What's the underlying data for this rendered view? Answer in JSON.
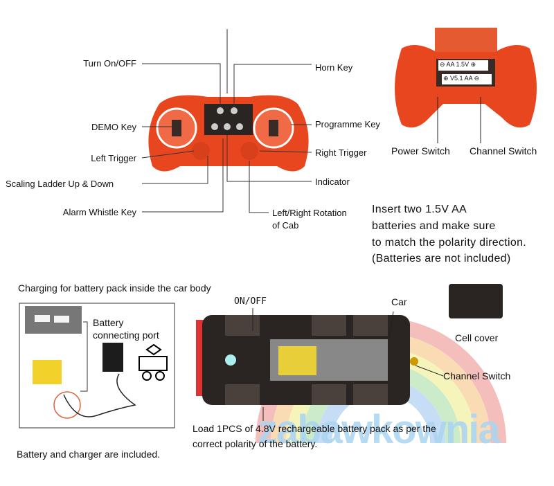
{
  "remote_front": {
    "labels": {
      "turn_on_off": "Turn On/OFF",
      "horn_key": "Horn Key",
      "demo_key": "DEMO Key",
      "programme_key": "Programme Key",
      "left_trigger": "Left Trigger",
      "right_trigger": "Right Trigger",
      "scaling_ladder": "Scaling Ladder Up & Down",
      "indicator": "Indicator",
      "alarm_whistle": "Alarm Whistle Key",
      "rotation_line1": "Left/Right Rotation",
      "rotation_line2": "of Cab"
    }
  },
  "remote_back": {
    "battery_top": "⊖ AA 1.5V ⊕",
    "battery_bottom": "⊕ V5.1 AA ⊖",
    "power_switch": "Power Switch",
    "channel_switch": "Channel Switch",
    "instructions": [
      "Insert two 1.5V AA",
      "batteries and make sure",
      "to match the polarity direction.",
      "(Batteries are not included)"
    ]
  },
  "charging": {
    "title": "Charging for battery pack inside the car body",
    "port_line1": "Battery",
    "port_line2": "connecting port",
    "footer": "Battery and charger are included."
  },
  "car": {
    "on_off": "ON/OFF",
    "car_label": "Car",
    "cell_cover": "Cell cover",
    "channel_switch": "Channel Switch",
    "load_line1": "Load 1PCS of 4.8V rechargeable battery pack as per the",
    "load_line2": "correct polarity of the battery."
  },
  "watermark": "zabawkownia",
  "colors": {
    "remote": "#e8461f",
    "dark": "#2a2422"
  }
}
